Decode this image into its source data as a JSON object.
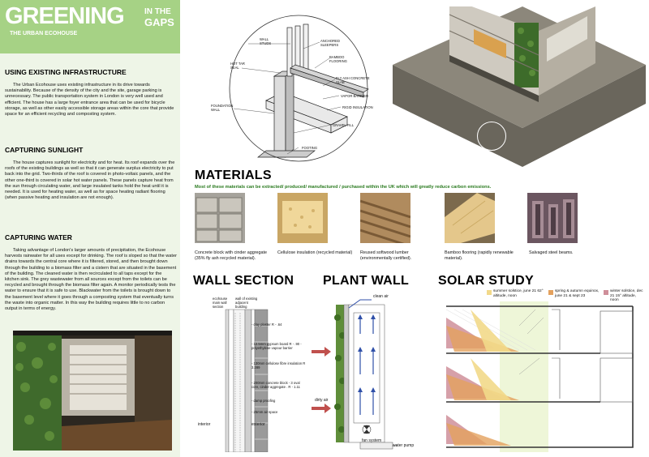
{
  "brand": {
    "title": "GREENING",
    "in_the": "IN THE",
    "gaps": "GAPS",
    "subtitle": "THE URBAN ECOHOUSE"
  },
  "sections": [
    {
      "heading": "USING EXISTING INFRASTRUCTURE",
      "body": "The Urban Ecohouse uses existing infrastructure in its drive towards sustainability. Because of the density of the city and the site, garage parking is unnecessary. The public transportation system in London is very well used and efficient. The house has a large foyer entrance area that can be used for bicycle storage, as well as other easily accessible storage areas within the core that provide space for an efficient recycling and composting system."
    },
    {
      "heading": "CAPTURING SUNLIGHT",
      "body": "The house captures sunlight for electricity and for heat. Its roof expands over the roofs of the existing buildings as well so that it can generate surplus electricity to put back into the grid. Two-thirds of the roof is covered in photo-voltaic panels, and the other one-third is covered in solar hot water panels. These panels capture heat from the sun through circulating water, and large insulated tanks hold the heat until it is needed. It is used for heating water, as well as for space heating radiant flooring (when passive heating and insulation are not enough)."
    },
    {
      "heading": "CAPTURING WATER",
      "body": "Taking advantage of London's larger amounts of precipitation, the Ecohouse harvests rainwater for all uses except for drinking. The roof is sloped so that the water drains towards the central core where it is filtered, stored, and then brought down through the building to a biomass filter and a cistern that are situated in the basement of the building. The cleaned water is then recirculated to all taps except for the kitchen sink. The grey wastewater from all sources except from the toilets can be recycled and brought through the biomass filter again. A monitor periodically tests the water to ensure that it is safe to use. Blackwater from the toilets is brought down to the basement level where it goes through a composting system that eventually turns the waste into organic matter. In this way the building requires little to no carbon output in terms of energy."
    }
  ],
  "detail": {
    "labels": {
      "wall_studs": "WALL STUDS",
      "anchored_sleepers": "ANCHORED SLEEPERS",
      "bamboo_flooring": "BAMBOO FLOORING",
      "hot_tar_seal": "HOT TAR SEAL",
      "fly_ash_slab": "FLY ASH CONCRETE SLAB",
      "vapor_barrier": "VAPOR BARRIER",
      "rigid_insulation": "RIGID INSULATION",
      "foundation_wall": "FOUNDATION WALL",
      "gravel_fill": "GRAVEL FILL",
      "footing": "FOOTING"
    }
  },
  "materials": {
    "title": "MATERIALS",
    "subtitle": "Most of these materials can be extracted/ produced/ manufactured / purchased within the UK which will greatly reduce carbon emissions.",
    "items": [
      {
        "caption": "Concrete block with cinder aggregate (35% fly ash recycled material)."
      },
      {
        "caption": "Cellulose insulation (recycled material)"
      },
      {
        "caption": "Reused softwood lumber (environmentally certified)."
      },
      {
        "caption": "Bamboo flooring (rapidly renewable material)."
      },
      {
        "caption": "Salvaged steel beams."
      }
    ]
  },
  "wall_section": {
    "title": "WALL SECTION",
    "col1": "ecohouse main wall section",
    "col2": "wall of existing adjacent building",
    "layers": [
      "- clay plaster R - .64",
      "- 12.5mm gypsum board R - .90 - polyethylene vapour barrier",
      "- 130mm cellulose fibre insulation R 3.289",
      "- 200mm concrete block - 3 oval core, cinder aggregate . R - 1.11",
      "- damp proofing",
      "- 25mm air space"
    ],
    "interior": "interior",
    "exterior": "exterior"
  },
  "plant_wall": {
    "title": "PLANT WALL",
    "clean_air": "clean air",
    "dirty_air": "dirty air",
    "fan_system": "fan system",
    "water_pump": "water pump"
  },
  "solar_study": {
    "title": "SOLAR STUDY",
    "legend": [
      {
        "text": "summer solstice, june 21 62° altitude, noon",
        "color": "#f2d98a"
      },
      {
        "text": "spring & autumn equinox, june 21 & sept 23",
        "color": "#e3a15e"
      },
      {
        "text": "winter solstice, dec 21 15° altitude, noon",
        "color": "#cf8f9a"
      }
    ]
  }
}
